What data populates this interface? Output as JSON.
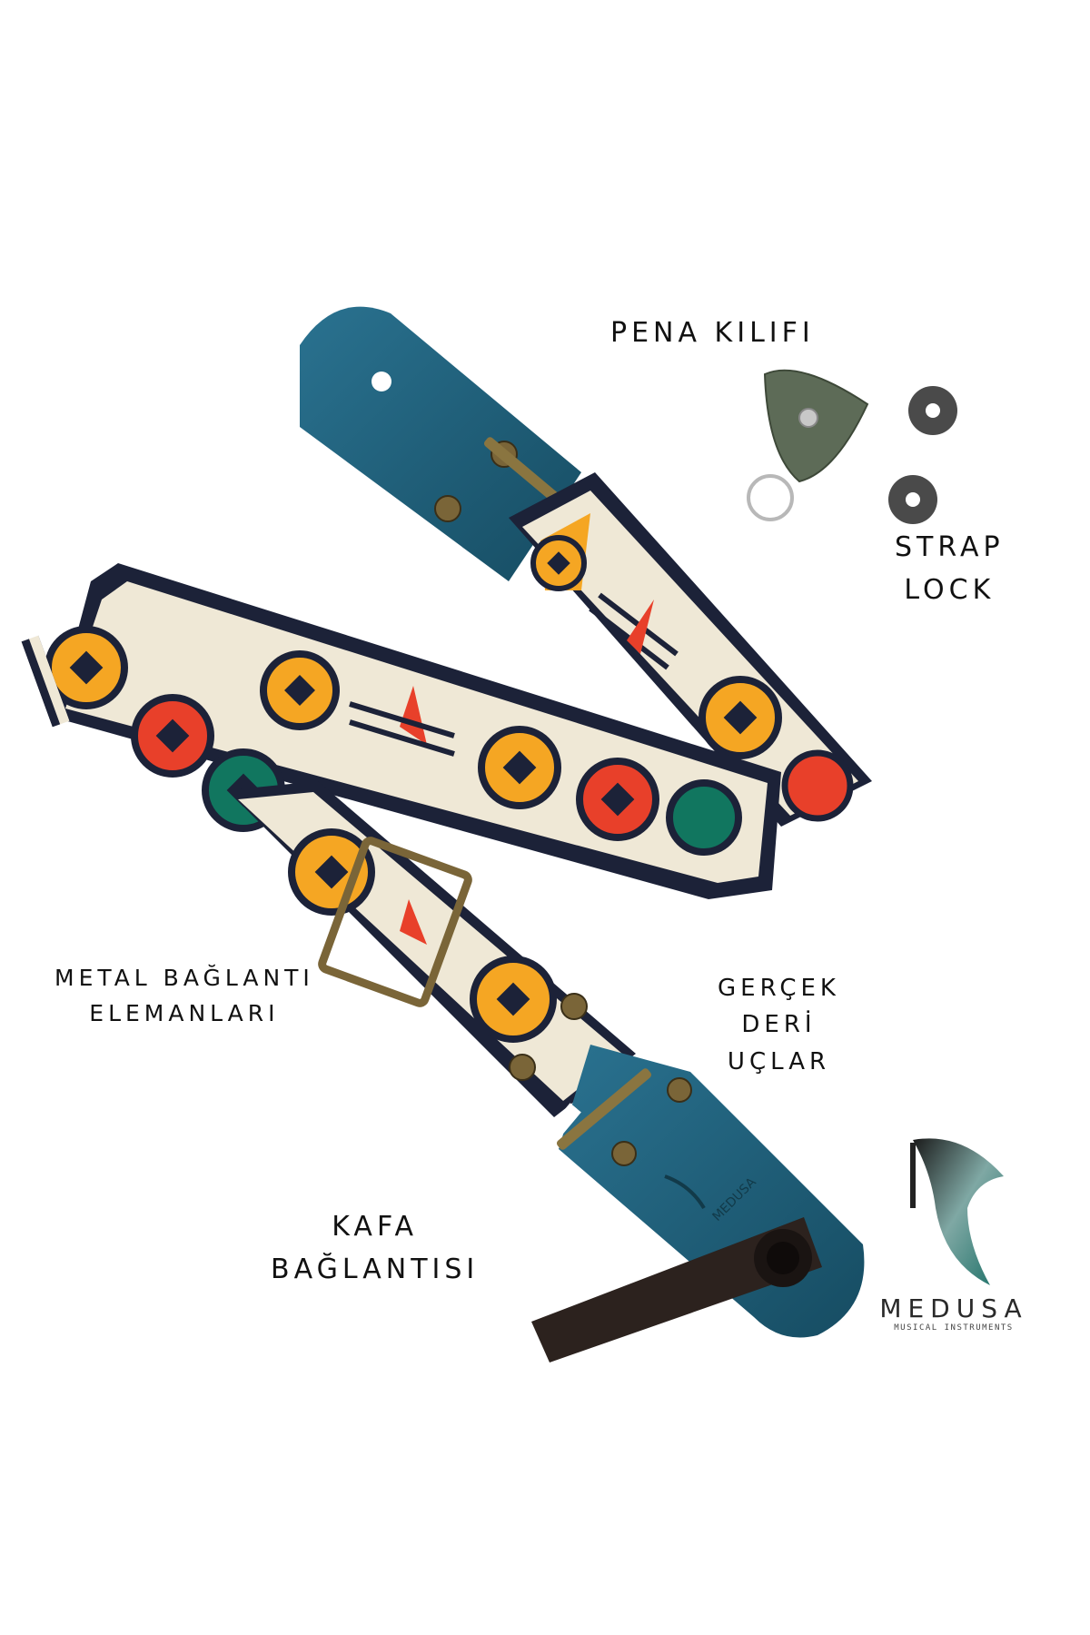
{
  "labels": {
    "pena": "PENA KILIFI",
    "strap_lock": [
      "STRAP",
      "LOCK"
    ],
    "metal": [
      "METAL BAĞLANTI",
      "ELEMANLARI"
    ],
    "gercek": [
      "GERÇEK",
      "DERİ",
      "UÇLAR"
    ],
    "kafa": [
      "KAFA",
      "BAĞLANTISI"
    ]
  },
  "brand": {
    "name": "MEDUSA",
    "subtitle": "MUSICAL INSTRUMENTS",
    "leather_stamp": "MEDUSA"
  },
  "colors": {
    "leather": "#1d5f78",
    "webbing": "#efe8d6",
    "border": "#1c2238",
    "motif_yellow": "#f5a623",
    "motif_red": "#e8402a",
    "motif_green": "#11765f",
    "brass": "#8a7540",
    "pick_holder": "#5d6b57",
    "head_strap": "#2c221e"
  }
}
